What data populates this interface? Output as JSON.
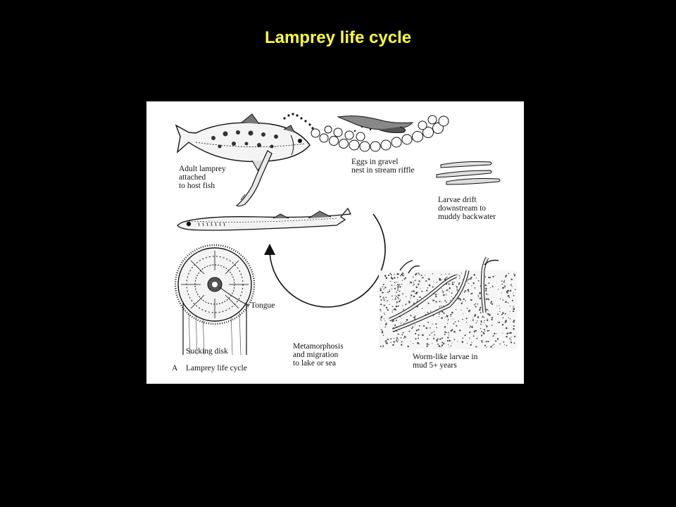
{
  "title": "Lamprey life cycle",
  "colors": {
    "background": "#000000",
    "title": "#ffff33",
    "figure_background": "#ffffff",
    "ink": "#111111"
  },
  "figure": {
    "labels": {
      "adult": "Adult lamprey\nattached\nto host fish",
      "eggs": "Eggs in gravel\nnest in stream riffle",
      "larvae_drift": "Larvae drift\ndownstream to\nmuddy backwater",
      "tongue": "Tongue",
      "sucking_disk": "Sucking disk",
      "metamorphosis": "Metamorphosis\nand migration\nto lake or sea",
      "worm_larvae": "Worm-like larvae in\nmud 5+ years",
      "caption_letter": "A",
      "caption": "Lamprey life cycle"
    }
  }
}
